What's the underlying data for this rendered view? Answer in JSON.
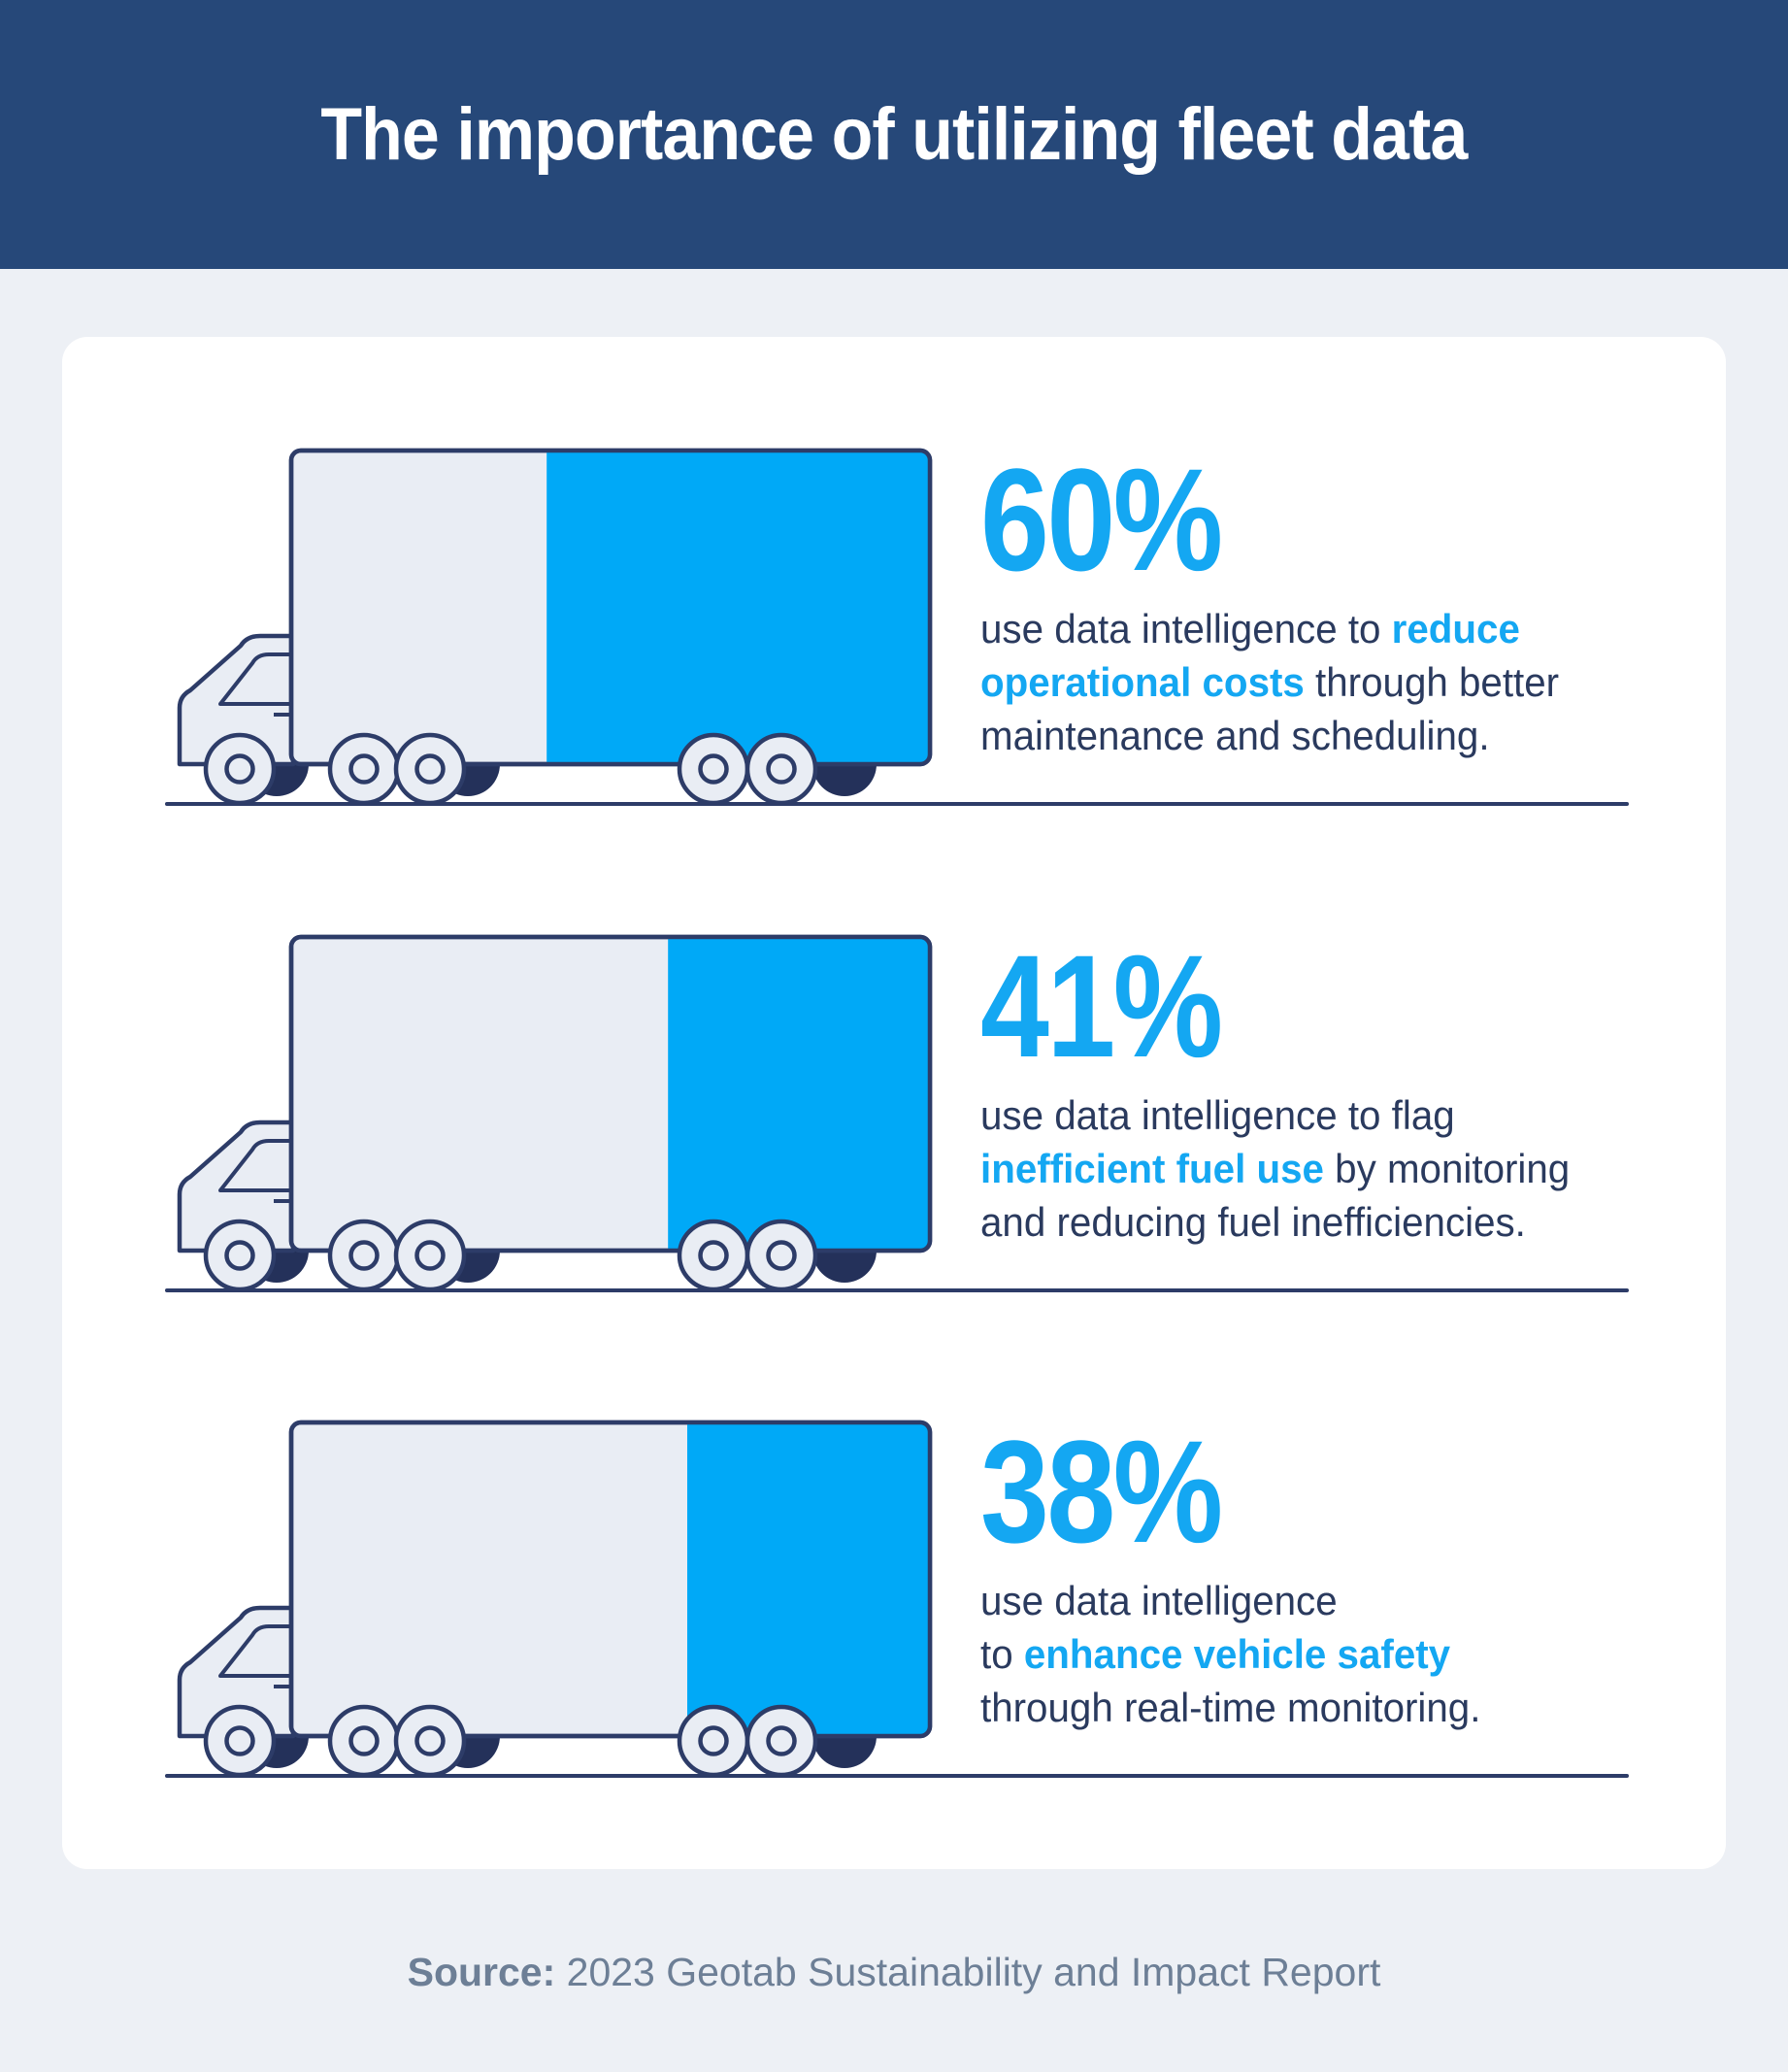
{
  "header": {
    "title": "The importance of utilizing fleet data"
  },
  "sections": [
    {
      "percent": "60%",
      "fill_percent": 60,
      "lines": [
        {
          "pre": "use data intelligence to ",
          "accent": "reduce",
          "post": ""
        },
        {
          "pre": "",
          "accent": "operational costs",
          "post": " through better"
        },
        {
          "pre": "maintenance and scheduling.",
          "accent": "",
          "post": ""
        }
      ]
    },
    {
      "percent": "41%",
      "fill_percent": 41,
      "lines": [
        {
          "pre": "use data intelligence to flag",
          "accent": "",
          "post": ""
        },
        {
          "pre": "",
          "accent": "inefficient fuel use",
          "post": " by monitoring"
        },
        {
          "pre": "and reducing fuel inefficiencies.",
          "accent": "",
          "post": ""
        }
      ]
    },
    {
      "percent": "38%",
      "fill_percent": 38,
      "lines": [
        {
          "pre": "use data intelligence",
          "accent": "",
          "post": ""
        },
        {
          "pre": "to ",
          "accent": "enhance vehicle safety",
          "post": ""
        },
        {
          "pre": "through real-time monitoring.",
          "accent": "",
          "post": ""
        }
      ]
    }
  ],
  "footer": {
    "label": "Source:",
    "text": " 2023 Geotab Sustainability and Impact Report"
  },
  "colors": {
    "header_bg": "#264879",
    "page_bg": "#edf0f5",
    "card_bg": "#ffffff",
    "accent_blue": "#14a7f2",
    "truck_fill_blue": "#00a9f7",
    "outline_navy": "#2d3c68",
    "shadow_navy": "#24315a",
    "body_text_navy": "#2a3a5e",
    "truck_body_gray": "#e9edf4",
    "footer_gray": "#6d7f96"
  },
  "chart_data": {
    "type": "bar",
    "title": "The importance of utilizing fleet data",
    "unit": "%",
    "categories": [
      "reduce operational costs through better maintenance and scheduling",
      "flag inefficient fuel use by monitoring and reducing fuel inefficiencies",
      "enhance vehicle safety through real-time monitoring"
    ],
    "values": [
      60,
      41,
      38
    ],
    "value_labels": [
      "60%",
      "41%",
      "38%"
    ],
    "note": "pictogram bars drawn as blue fill on truck trailers, filled from the right",
    "source": "2023 Geotab Sustainability and Impact Report"
  }
}
